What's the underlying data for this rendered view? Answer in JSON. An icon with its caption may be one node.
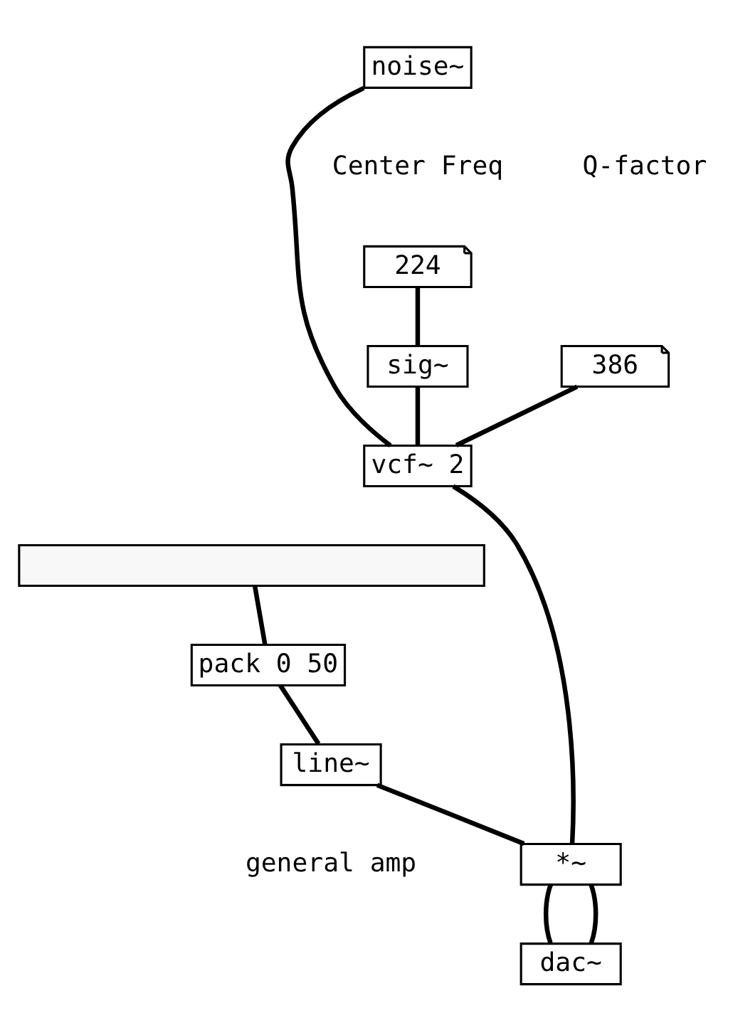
{
  "diagram": {
    "nodes": [
      {
        "text": [
          "noise~"
        ]
      },
      {
        "text": [
          "224"
        ]
      },
      {
        "text": [
          "386"
        ]
      },
      {
        "text": [
          "sig~"
        ]
      },
      {
        "text": [
          "vcf~ 2"
        ]
      },
      {
        "text": [],
        "shape": "bar"
      },
      {
        "text": [
          "pack 0 50"
        ]
      },
      {
        "text": [
          "*~"
        ]
      },
      {
        "text": [
          "line~"
        ]
      },
      {
        "text": [
          "dac~"
        ]
      }
    ],
    "edges": [
      {
        "from": 0,
        "to": 4,
        "arrow": "none"
      },
      {
        "from": 1,
        "to": 3,
        "arrow": "none"
      },
      {
        "from": 3,
        "to": 4,
        "arrow": "none"
      },
      {
        "from": 2,
        "to": 4,
        "arrow": "none"
      },
      {
        "from": 4,
        "to": 7,
        "arrow": "none"
      },
      {
        "from": 5,
        "to": 6,
        "arrow": "none"
      },
      {
        "from": 6,
        "to": 8,
        "arrow": "none"
      },
      {
        "from": 8,
        "to": 7,
        "arrow": "none"
      },
      {
        "from": 7,
        "to": 9,
        "arrow": "none"
      },
      {
        "from": 7,
        "to": 9,
        "arrow": "none"
      }
    ],
    "labels": [
      "Center Freq",
      "Q-factor",
      "general amp"
    ]
  }
}
